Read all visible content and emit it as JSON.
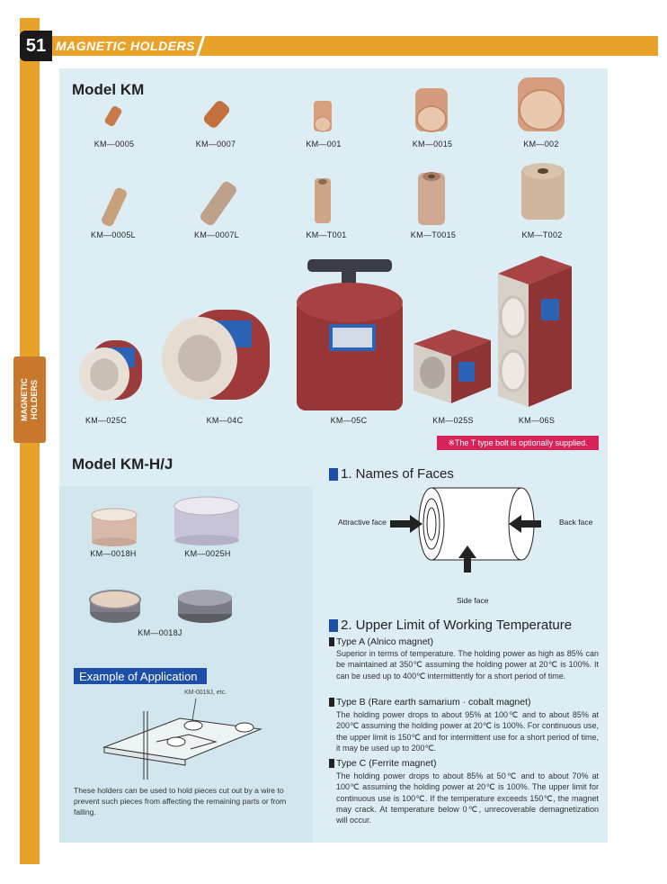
{
  "header": {
    "page_number": "51",
    "section_title": "MAGNETIC HOLDERS",
    "side_tab": "MAGNETIC HOLDERS"
  },
  "model_km": {
    "title": "Model KM",
    "row1": [
      "KM—0005",
      "KM—0007",
      "KM—001",
      "KM—0015",
      "KM—002"
    ],
    "row2": [
      "KM—0005L",
      "KM—0007L",
      "KM—T001",
      "KM—T0015",
      "KM—T002"
    ],
    "row3": [
      "KM—025C",
      "KM—04C",
      "KM—05C",
      "KM—025S",
      "KM—06S"
    ],
    "note": "※The T type bolt is optionally supplied."
  },
  "model_kmhj": {
    "title": "Model KM-H/J",
    "items": [
      "KM—0018H",
      "KM—0025H",
      "KM—0018J"
    ],
    "example_title": "Example of Application",
    "example_label": "KM-0018J, etc.",
    "example_caption": "These holders can be used to hold pieces cut out by a wire to prevent such pieces from affecting the remaining parts or from falling."
  },
  "faces": {
    "title": "1. Names of Faces",
    "attractive": "Attractive face",
    "back": "Back face",
    "side": "Side face"
  },
  "temperature": {
    "title": "2. Upper Limit of Working Temperature",
    "types": [
      {
        "head": "Type A (Alnico magnet)",
        "body": "Superior in terms of temperature.  The holding power as high as 85% can be maintained at 350℃ assuming the holding power at 20℃ is 100%.  It can be used up to 400℃ intermittently for a short period of time."
      },
      {
        "head": "Type B (Rare earth samarium · cobalt magnet)",
        "body": "The holding power drops to about 95% at 100℃ and to about 85% at 200℃ assuming the holding power at 20℃ is 100%.  For continuous use, the upper limit is 150℃ and for intermittent use for a short period of time, it may be used up to 200℃."
      },
      {
        "head": "Type C (Ferrite magnet)",
        "body": "The holding power drops to about 85% at 50℃ and to about 70% at 100℃ assuming the holding power at 20℃ is 100%.  The upper limit for continuous use is 100℃.  If the temperature exceeds 150℃, the magnet may crack.  At temperature below 0℃, unrecoverable demagnetization will occur."
      }
    ]
  },
  "colors": {
    "accent_orange": "#e8a22a",
    "panel_blue": "#dcedf4",
    "heading_blue": "#1d4fa8",
    "note_red": "#d6245a"
  }
}
